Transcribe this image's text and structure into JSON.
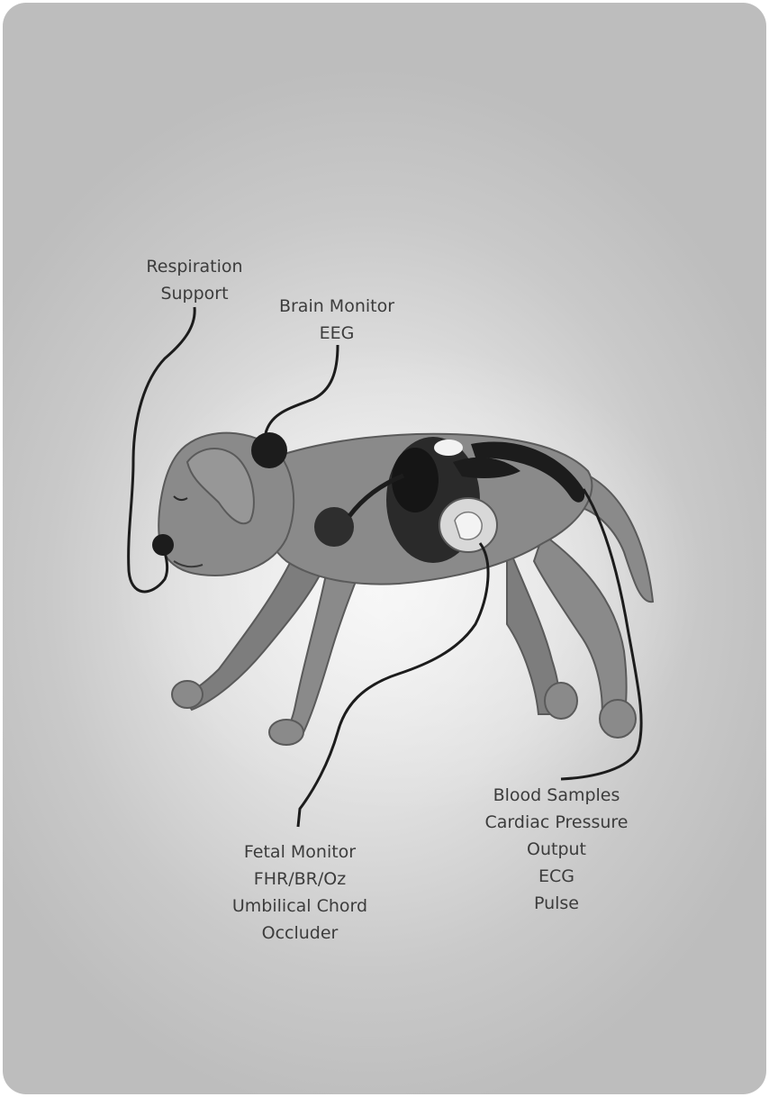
{
  "labels": {
    "respiration": [
      "Respiration",
      "Support"
    ],
    "brain": [
      "Brain Monitor",
      "EEG"
    ],
    "blood": [
      "Blood Samples",
      "Cardiac Pressure",
      "Output",
      "ECG",
      "Pulse"
    ],
    "fetal": [
      "Fetal Monitor",
      "FHR/BR/Oz",
      "Umbilical Chord",
      "Occluder"
    ]
  },
  "colors": {
    "body": "#8a8a8a",
    "dark": "#1c1c1c",
    "background": "#d6d6d6",
    "text": "#3c3c3c"
  }
}
